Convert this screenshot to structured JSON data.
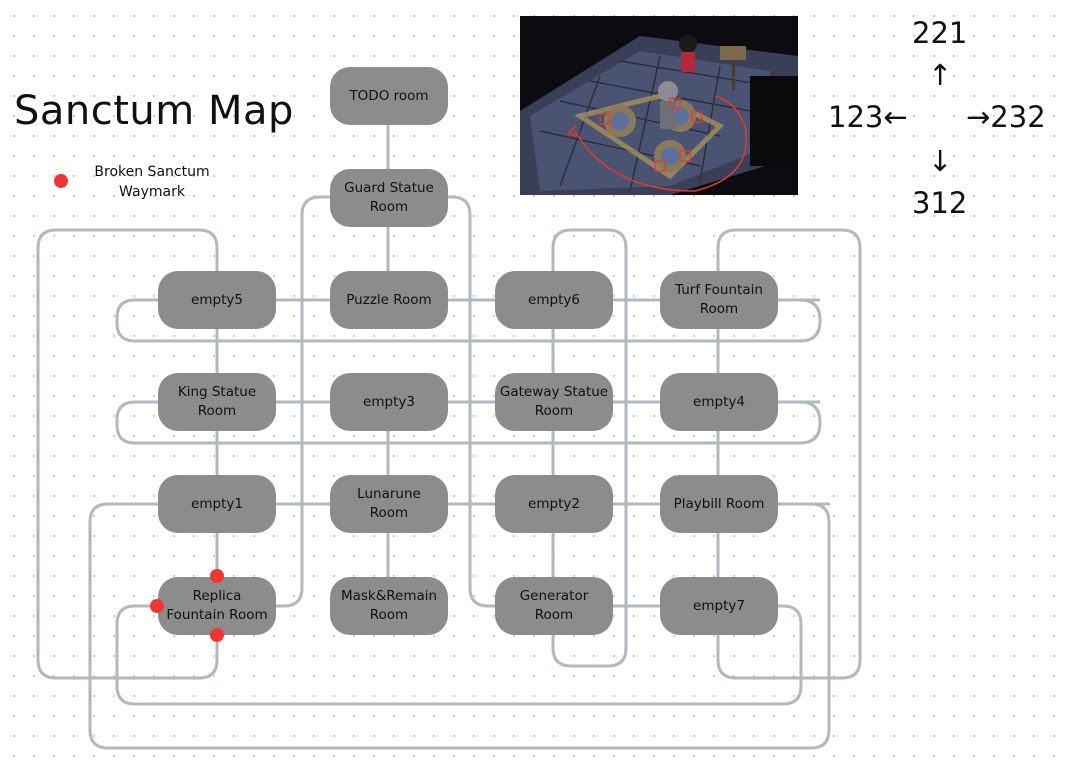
{
  "title": "Sanctum Map",
  "legend": {
    "label": "Broken Sanctum Waymark",
    "color": "#f03535"
  },
  "directions": {
    "up": "221",
    "up_arrow": "↑",
    "left": "123←",
    "right": "→232",
    "down_arrow": "↓",
    "down": "312"
  },
  "colors": {
    "room": "#8c8c8c",
    "wire": "#b0b9bf",
    "waymark": "#f03535"
  },
  "rooms": {
    "todo": [
      "TODO room"
    ],
    "guard": [
      "Guard Statue",
      "Room"
    ],
    "empty5": [
      "empty5"
    ],
    "puzzle": [
      "Puzzle Room"
    ],
    "empty6": [
      "empty6"
    ],
    "turf": [
      "Turf Fountain",
      "Room"
    ],
    "king": [
      "King Statue",
      "Room"
    ],
    "empty3": [
      "empty3"
    ],
    "gateway": [
      "Gateway Statue",
      "Room"
    ],
    "empty4": [
      "empty4"
    ],
    "empty1": [
      "empty1"
    ],
    "lunarune": [
      "Lunarune",
      "Room"
    ],
    "empty2": [
      "empty2"
    ],
    "playbill": [
      "Playbill Room"
    ],
    "replica": [
      "Replica",
      "Fountain Room"
    ],
    "mask": [
      "Mask&Remain",
      "Room"
    ],
    "generator": [
      "Generator",
      "Room"
    ],
    "empty7": [
      "empty7"
    ]
  }
}
